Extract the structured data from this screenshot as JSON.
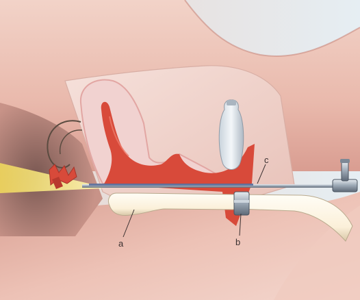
{
  "labels": {
    "a": "a",
    "b": "b",
    "c": "c"
  },
  "colors": {
    "background": "#eef3f6",
    "skin_light": "#f4d9d2",
    "skin_mid": "#e8b3a8",
    "skin_dark": "#b97a70",
    "uterus_wall": "#f1d2d0",
    "cavity_red": "#d84a3a",
    "probe_cream": "#fff7e6",
    "light_glow": "#f7e77a",
    "instrument_steel": "#b8c2cc",
    "sheath_blue": "#5a6e9a"
  }
}
